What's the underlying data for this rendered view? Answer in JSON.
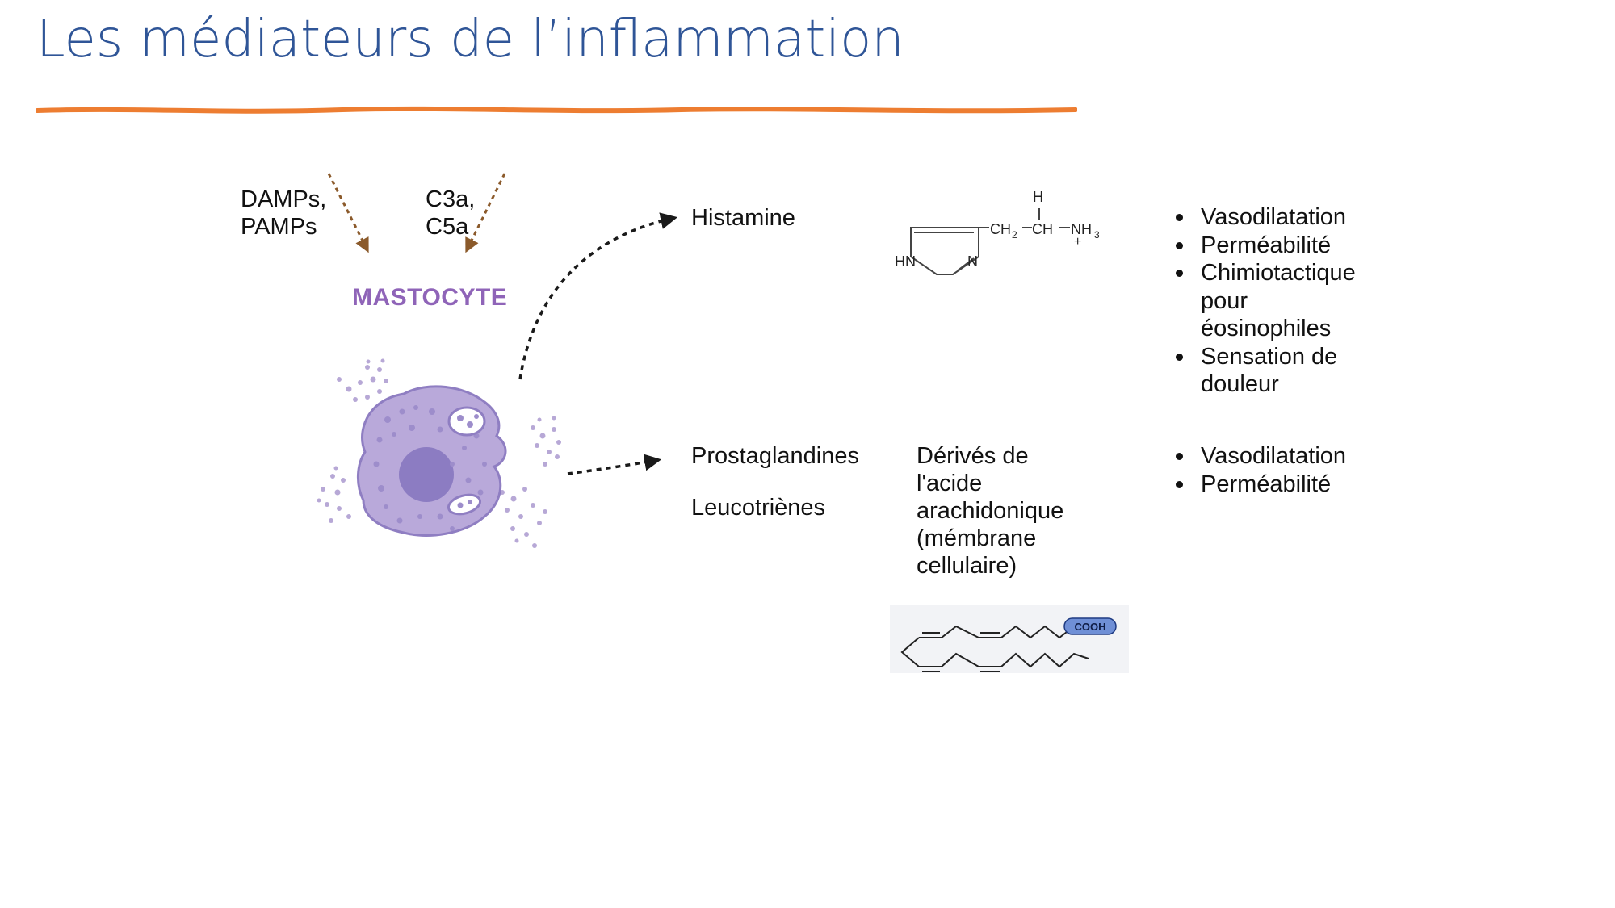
{
  "slide": {
    "title": "Les médiateurs de l’inflammation"
  },
  "stimuli": {
    "left": [
      "DAMPs,",
      "PAMPs"
    ],
    "right": [
      "C3a,",
      "C5a"
    ]
  },
  "cell": {
    "label": "MASTOCYTE"
  },
  "mediators": {
    "histamine": "Histamine",
    "prostaglandines": "Prostaglandines",
    "leucotrienes": "Leucotriènes"
  },
  "histamine_structure": {
    "h_top": "H",
    "ch2": "CH",
    "ch2_sub": "2",
    "ch": "CH",
    "nh3": "NH",
    "nh3_sub": "3",
    "plus": "+",
    "hn": "HN",
    "n": "N"
  },
  "arachidonic": {
    "lines": [
      "Dérivés de",
      "l'acide",
      "arachidonique",
      "(mémbrane",
      "cellulaire)"
    ],
    "cooh": "COOH"
  },
  "effects_histamine": [
    [
      "Vasodilatation"
    ],
    [
      "Perméabilité"
    ],
    [
      "Chimiotactique",
      "pour",
      "éosinophiles"
    ],
    [
      "Sensation de",
      "douleur"
    ]
  ],
  "effects_lipids": [
    [
      "Vasodilatation"
    ],
    [
      "Perméabilité"
    ]
  ],
  "colors": {
    "title": "#2f5597",
    "underline": "#ed7d31",
    "mastocyte_label": "#8f64b8",
    "cell_body": "#b9a9da",
    "nucleus": "#8c7cc2",
    "stimulus_arrow": "#8b5a2b",
    "release_arrow": "#1a1a1a",
    "cooh_fill": "#6f8fd6"
  }
}
